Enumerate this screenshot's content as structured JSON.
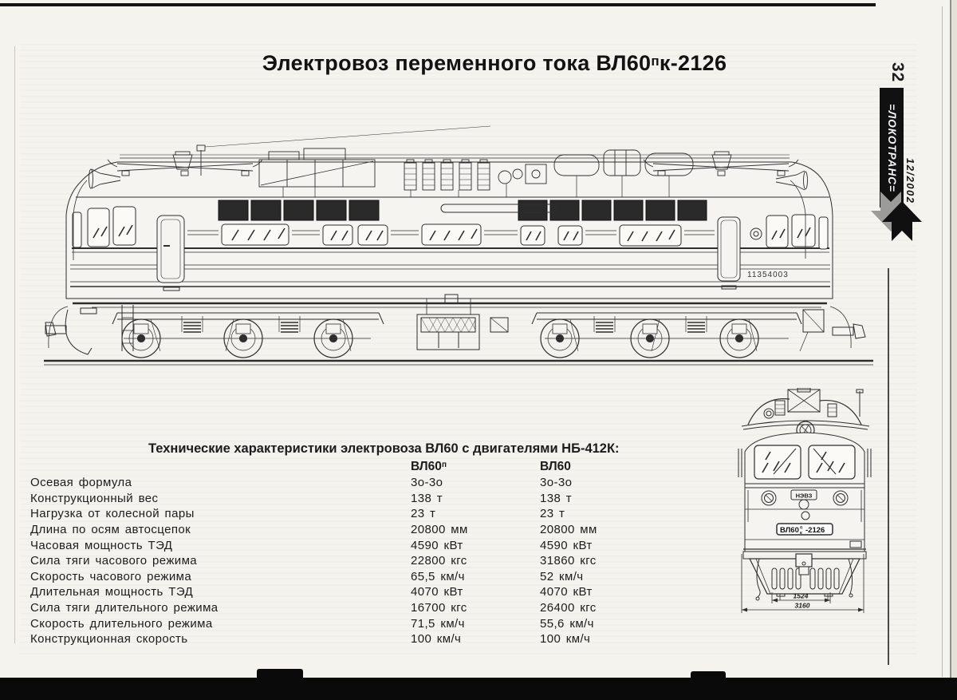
{
  "title": {
    "prefix": "Электровоз переменного тока ВЛ60",
    "sup": "п",
    "suffix": "к-2126"
  },
  "margin": {
    "page_number": "32",
    "magazine_logo": "=ЛОКОТРАНС=",
    "issue": "12/2002"
  },
  "side_view": {
    "body_number": "11354003"
  },
  "front_view": {
    "builder_plate": "НЭВЗ",
    "plate": {
      "series": "ВЛ60",
      "sup": "п",
      "sub": "к",
      "number": "-2126"
    },
    "dims": {
      "inner": "1524",
      "outer": "3160"
    }
  },
  "specs": {
    "heading": "Технические характеристики электровоза ВЛ60 с двигателями НБ-412К:",
    "columns": {
      "col1_prefix": "ВЛ60",
      "col1_sup": "п",
      "col2": "ВЛ60"
    },
    "rows": [
      {
        "label": "Осевая формула",
        "vl60p": "3о-3о",
        "vl60": "3о-3о"
      },
      {
        "label": "Конструкционный вес",
        "vl60p": "138 т",
        "vl60": "138 т"
      },
      {
        "label": "Нагрузка от колесной пары",
        "vl60p": "23 т",
        "vl60": "23 т"
      },
      {
        "label": "Длина по осям автосцепок",
        "vl60p": "20800 мм",
        "vl60": "20800 мм"
      },
      {
        "label": "Часовая мощность ТЭД",
        "vl60p": "4590 кВт",
        "vl60": "4590 кВт"
      },
      {
        "label": "Сила тяги часового режима",
        "vl60p": "22800 кгс",
        "vl60": "31860 кгс"
      },
      {
        "label": "Скорость часового режима",
        "vl60p": "65,5 км/ч",
        "vl60": "52 км/ч"
      },
      {
        "label": "Длительная мощность ТЭД",
        "vl60p": "4070 кВт",
        "vl60": "4070 кВт"
      },
      {
        "label": "Сила тяги длительного режима",
        "vl60p": "16700 кгс",
        "vl60": "26400 кгс"
      },
      {
        "label": "Скорость длительного режима",
        "vl60p": "71,5 км/ч",
        "vl60": "55,6 км/ч"
      },
      {
        "label": "Конструкционная скорость",
        "vl60p": "100 км/ч",
        "vl60": "100 км/ч"
      }
    ]
  },
  "colors": {
    "page": "#f4f3ee",
    "ink": "#1c1c1c",
    "scan_black": "#0a0a0a",
    "banner": "#111111",
    "arrow_gray": "#9b9b99"
  }
}
